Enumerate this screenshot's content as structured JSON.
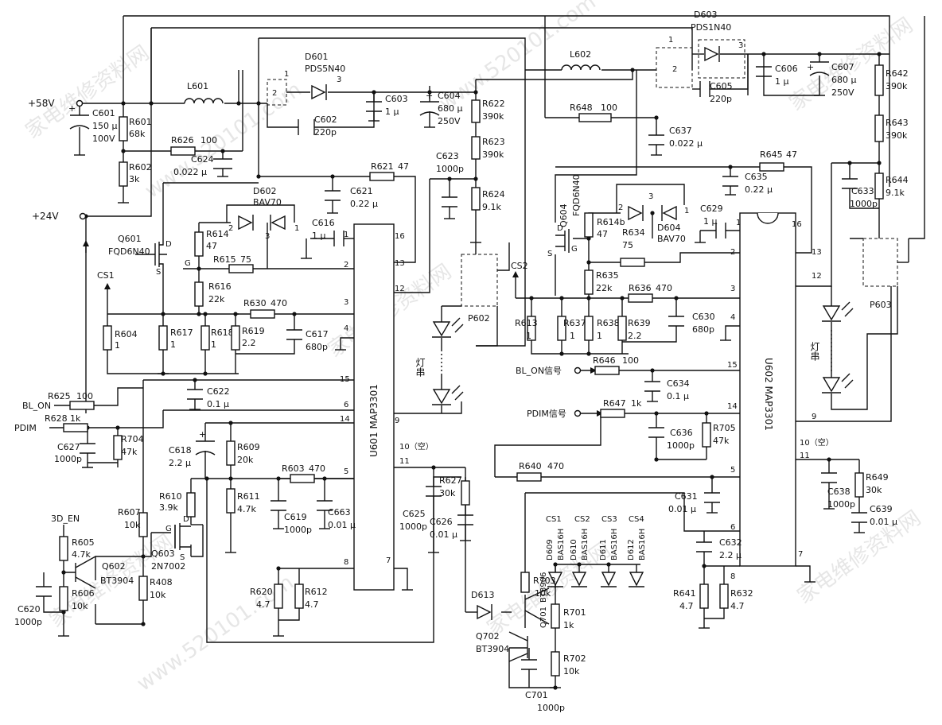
{
  "nets": {
    "v58": "+58V",
    "v24": "+24V",
    "bl_on": "BL_ON",
    "pdim": "PDIM",
    "en3d": "3D_EN",
    "cs1": "CS1",
    "cs2": "CS2",
    "bl_on_sig": "BL_ON信号",
    "pdim_sig": "PDIM信号",
    "cs_a": "CS1",
    "cs_b": "CS2",
    "cs_c": "CS3",
    "cs_d": "CS4",
    "lamp": "灯串"
  },
  "ics": {
    "u601": "U601 MAP3301",
    "u602": "U602 MAP3301",
    "nc": "10（空）"
  },
  "inductors": [
    {
      "ref": "L601"
    },
    {
      "ref": "L602"
    }
  ],
  "diodes": [
    {
      "ref": "D601",
      "part": "PDS5N40"
    },
    {
      "ref": "D603",
      "part": "PDS1N40"
    },
    {
      "ref": "D602",
      "part": "BAV70"
    },
    {
      "ref": "D604",
      "part": "BAV70"
    },
    {
      "ref": "D613",
      "part": ""
    },
    {
      "ref": "D609",
      "part": "BAS16H"
    },
    {
      "ref": "D610",
      "part": "BAS16H"
    },
    {
      "ref": "D611",
      "part": "BAS16H"
    },
    {
      "ref": "D612",
      "part": "BAS16H"
    }
  ],
  "transistors": [
    {
      "ref": "Q601",
      "part": "FQD6N40"
    },
    {
      "ref": "Q604",
      "part": "FQD6N40"
    },
    {
      "ref": "Q603",
      "part": "2N7002"
    },
    {
      "ref": "Q602",
      "part": "BT3904"
    },
    {
      "ref": "Q702",
      "part": "BT3904"
    },
    {
      "ref": "Q701",
      "part": "BT3906"
    }
  ],
  "opto": [
    "P602",
    "P603"
  ],
  "resistors": [
    {
      "ref": "R601",
      "val": "68k"
    },
    {
      "ref": "R602",
      "val": "3k"
    },
    {
      "ref": "R626",
      "val": "100"
    },
    {
      "ref": "R621",
      "val": "47"
    },
    {
      "ref": "R622",
      "val": "390k"
    },
    {
      "ref": "R623",
      "val": "390k"
    },
    {
      "ref": "R624",
      "val": "9.1k"
    },
    {
      "ref": "R614",
      "val": "47"
    },
    {
      "ref": "R615",
      "val": "75"
    },
    {
      "ref": "R616",
      "val": "22k"
    },
    {
      "ref": "R630",
      "val": "470"
    },
    {
      "ref": "R604",
      "val": "1"
    },
    {
      "ref": "R617",
      "val": "1"
    },
    {
      "ref": "R618",
      "val": "1"
    },
    {
      "ref": "R619",
      "val": "2.2"
    },
    {
      "ref": "R625",
      "val": "100"
    },
    {
      "ref": "R628",
      "val": "1k"
    },
    {
      "ref": "R704",
      "val": "47k"
    },
    {
      "ref": "R609",
      "val": "20k"
    },
    {
      "ref": "R611",
      "val": "4.7k"
    },
    {
      "ref": "R603",
      "val": "470"
    },
    {
      "ref": "R610",
      "val": "3.9k"
    },
    {
      "ref": "R607",
      "val": "10k"
    },
    {
      "ref": "R605",
      "val": "4.7k"
    },
    {
      "ref": "R606",
      "val": "10k"
    },
    {
      "ref": "R408",
      "val": "10k"
    },
    {
      "ref": "R620",
      "val": "4.7"
    },
    {
      "ref": "R612",
      "val": "4.7"
    },
    {
      "ref": "R627",
      "val": "30k"
    },
    {
      "ref": "R648",
      "val": "100"
    },
    {
      "ref": "R645",
      "val": "47"
    },
    {
      "ref": "R642",
      "val": "390k"
    },
    {
      "ref": "R643",
      "val": "390k"
    },
    {
      "ref": "R644",
      "val": "9.1k"
    },
    {
      "ref": "R614b",
      "val": "47"
    },
    {
      "ref": "R634",
      "val": "75"
    },
    {
      "ref": "R635",
      "val": "22k"
    },
    {
      "ref": "R636",
      "val": "470"
    },
    {
      "ref": "R613",
      "val": "1"
    },
    {
      "ref": "R637",
      "val": "1"
    },
    {
      "ref": "R638",
      "val": "1"
    },
    {
      "ref": "R639",
      "val": "2.2"
    },
    {
      "ref": "R646",
      "val": "100"
    },
    {
      "ref": "R647",
      "val": "1k"
    },
    {
      "ref": "R705",
      "val": "47k"
    },
    {
      "ref": "R640",
      "val": "470"
    },
    {
      "ref": "R649",
      "val": "30k"
    },
    {
      "ref": "R703",
      "val": "10k"
    },
    {
      "ref": "R701",
      "val": "1k"
    },
    {
      "ref": "R702",
      "val": "10k"
    },
    {
      "ref": "R641",
      "val": "4.7"
    },
    {
      "ref": "R632",
      "val": "4.7"
    }
  ],
  "capacitors": [
    {
      "ref": "C601",
      "val": "150 μ",
      "val2": "100V"
    },
    {
      "ref": "C602",
      "val": "220p"
    },
    {
      "ref": "C603",
      "val": "1 μ"
    },
    {
      "ref": "C604",
      "val": "680 μ",
      "val2": "250V"
    },
    {
      "ref": "C624",
      "val": "0.022 μ"
    },
    {
      "ref": "C623",
      "val": "1000p"
    },
    {
      "ref": "C621",
      "val": "0.22 μ"
    },
    {
      "ref": "C616",
      "val": "1 μ"
    },
    {
      "ref": "C617",
      "val": "680p"
    },
    {
      "ref": "C622",
      "val": "0.1 μ"
    },
    {
      "ref": "C627",
      "val": "1000p"
    },
    {
      "ref": "C618",
      "val": "2.2 μ"
    },
    {
      "ref": "C619",
      "val": "1000p"
    },
    {
      "ref": "C663",
      "val": "0.01 μ"
    },
    {
      "ref": "C620",
      "val": "1000p"
    },
    {
      "ref": "C625",
      "val": "1000p"
    },
    {
      "ref": "C626",
      "val": "0.01 μ"
    },
    {
      "ref": "C605",
      "val": "220p"
    },
    {
      "ref": "C606",
      "val": "1 μ"
    },
    {
      "ref": "C607",
      "val": "680 μ",
      "val2": "250V"
    },
    {
      "ref": "C637",
      "val": "0.022 μ"
    },
    {
      "ref": "C635",
      "val": "0.22 μ"
    },
    {
      "ref": "C633",
      "val": "1000p"
    },
    {
      "ref": "C629",
      "val": "1 μ"
    },
    {
      "ref": "C630",
      "val": "680p"
    },
    {
      "ref": "C634",
      "val": "0.1 μ"
    },
    {
      "ref": "C636",
      "val": "1000p"
    },
    {
      "ref": "C631",
      "val": "0.01 μ"
    },
    {
      "ref": "C632",
      "val": "2.2 μ"
    },
    {
      "ref": "C638",
      "val": "1000p"
    },
    {
      "ref": "C639",
      "val": "0.01 μ"
    },
    {
      "ref": "C701",
      "val": "1000p"
    }
  ],
  "watermark": {
    "site": "www.520101.com",
    "cn": "家电维修资料网"
  }
}
